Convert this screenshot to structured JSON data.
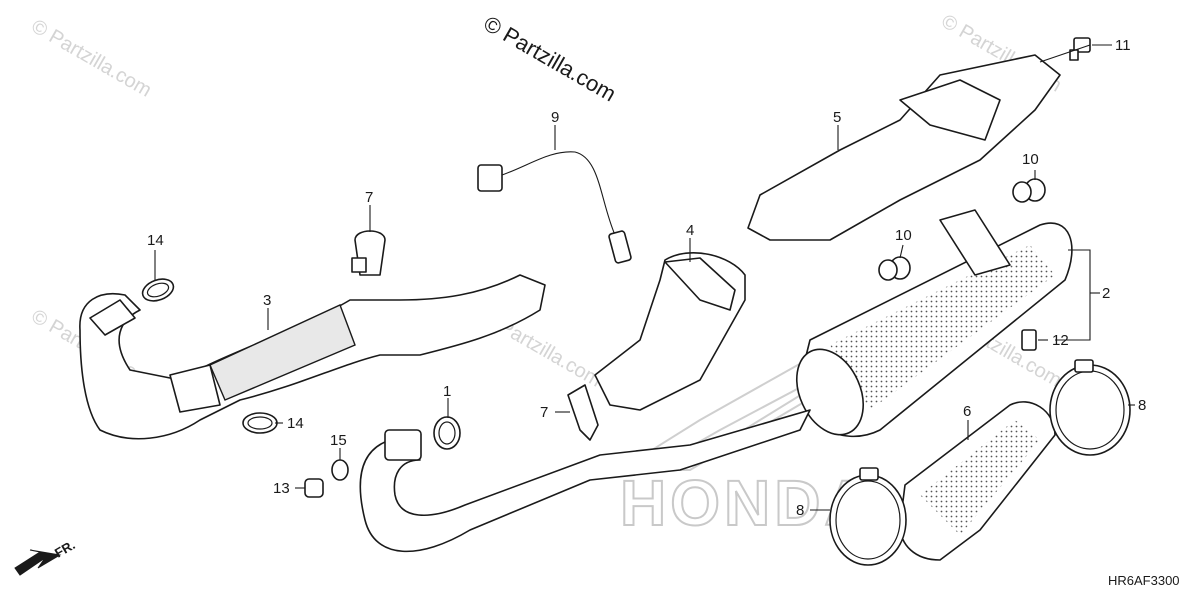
{
  "copyright": "© Partzilla.com",
  "watermark_text": "© Partzilla.com",
  "brand_watermark": "HONDA",
  "diagram_code": "HR6AF3300",
  "direction_label": "FR.",
  "callouts": [
    "1",
    "2",
    "3",
    "4",
    "5",
    "6",
    "7",
    "7",
    "8",
    "8",
    "9",
    "10",
    "10",
    "11",
    "12",
    "13",
    "14",
    "14",
    "15"
  ],
  "icons": {
    "front_arrow": "arrow-down-left-icon"
  },
  "colors": {
    "line": "#1a1a1a",
    "watermark": "#d4d4d4"
  }
}
